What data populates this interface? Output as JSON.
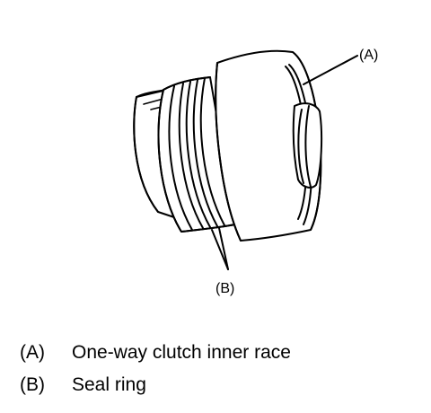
{
  "figure": {
    "callouts": {
      "a": "(A)",
      "b": "(B)"
    },
    "stroke_color": "#000000",
    "background_color": "#ffffff"
  },
  "legend": {
    "items": [
      {
        "key": "(A)",
        "text": "One-way clutch inner race"
      },
      {
        "key": "(B)",
        "text": "Seal ring"
      }
    ]
  }
}
